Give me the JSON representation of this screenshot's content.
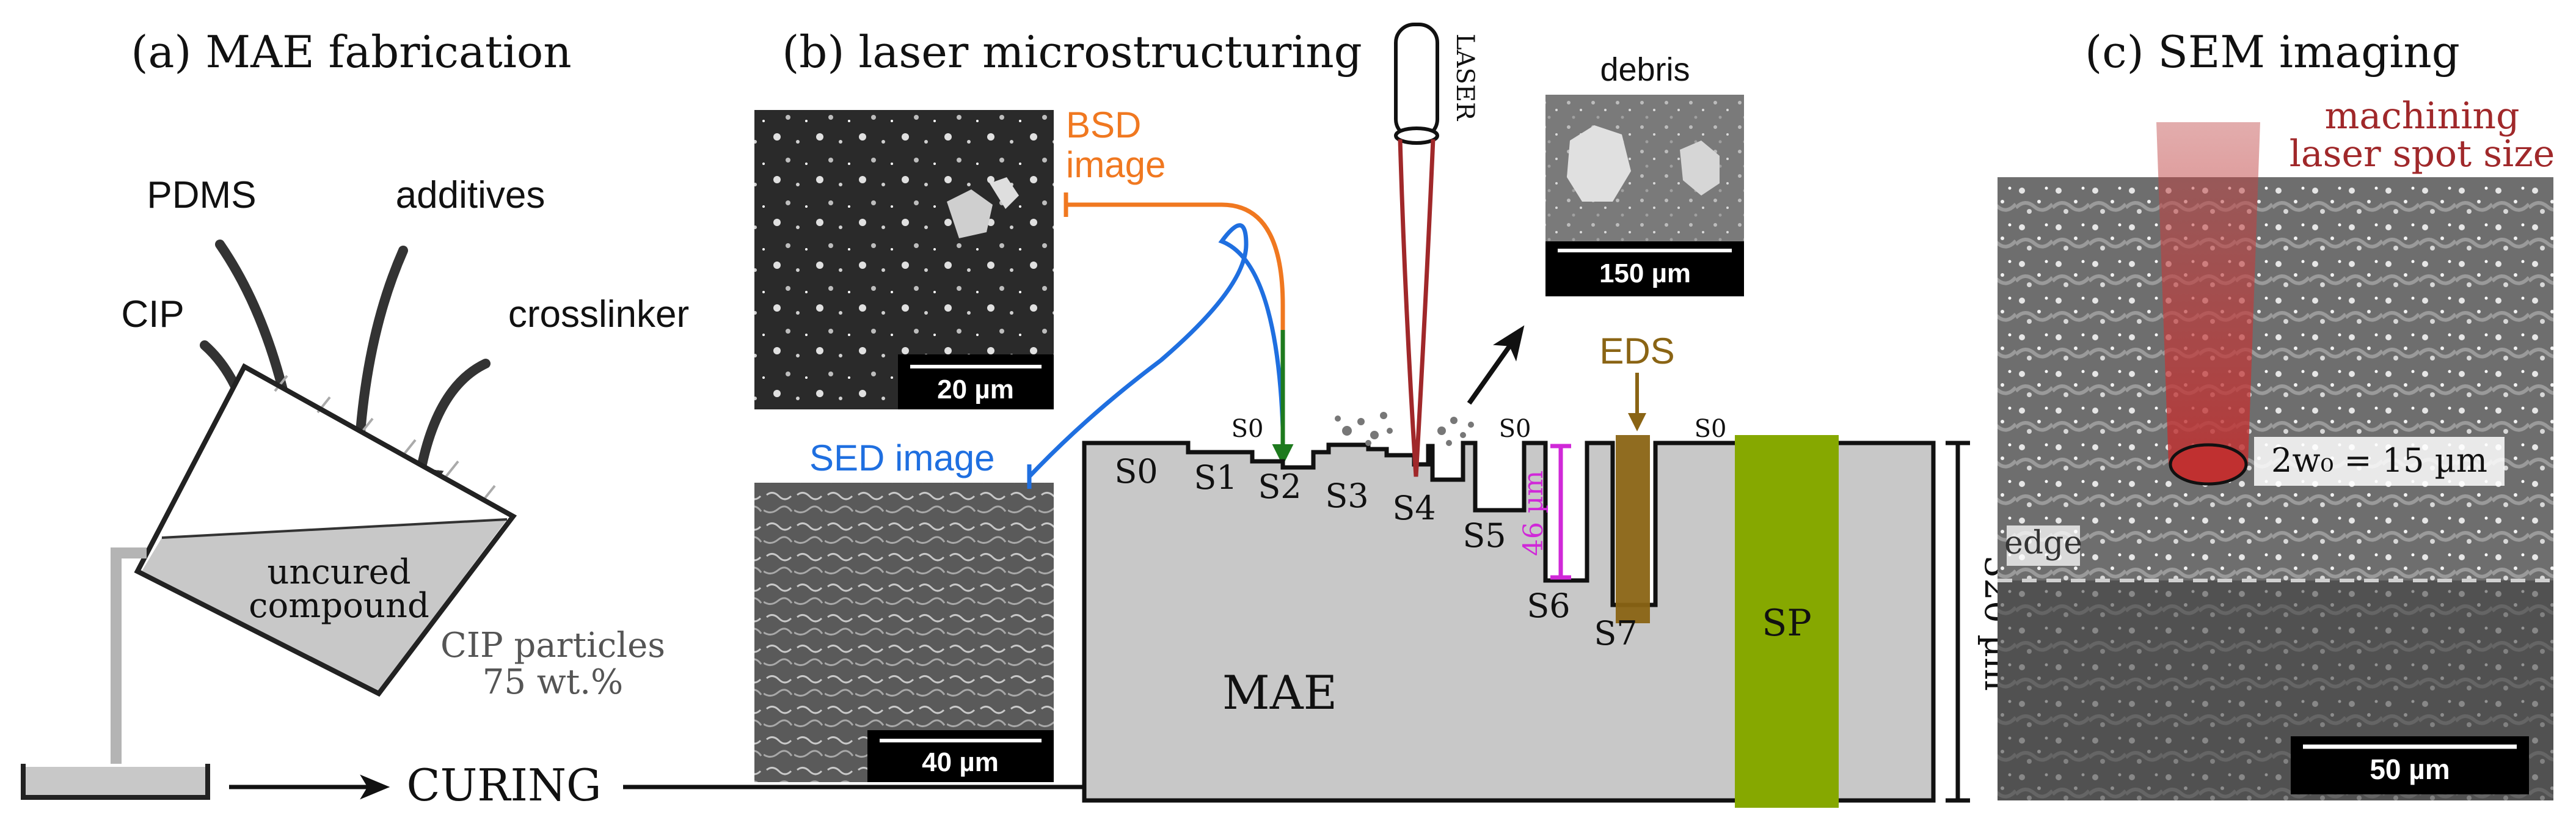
{
  "panels": {
    "a": {
      "title": "(a) MAE fabrication",
      "ingredients": [
        "PDMS",
        "additives",
        "CIP",
        "crosslinker"
      ],
      "beaker_label_line1": "uncured",
      "beaker_label_line2": "compound",
      "particles_line1": "CIP particles",
      "particles_line2": "75 wt.%",
      "process": "CURING"
    },
    "b": {
      "title": "(b) laser microstructuring",
      "bsd_line1": "BSD",
      "bsd_line2": "image",
      "sed_label": "SED image",
      "laser_label": "LASER",
      "debris_label": "debris",
      "eds_label": "EDS",
      "scale_bsd": "20 µm",
      "scale_sed": "40 µm",
      "scale_debris": "150 µm",
      "depth_label": "46 µm",
      "thickness_label": "320 µm",
      "substrate_label": "MAE",
      "sample_prep_label": "SP",
      "surface_labels": [
        "S0",
        "S0",
        "S0",
        "S0",
        "S1",
        "S2",
        "S3",
        "S4",
        "S5",
        "S6",
        "S7"
      ]
    },
    "c": {
      "title": "(c) SEM imaging",
      "spot_line1": "machining",
      "spot_line2": "laser spot size",
      "spot_value": "2w₀ = 15 µm",
      "edge_label": "edge",
      "scale_sem": "50 µm"
    }
  },
  "colors": {
    "bsd": "#f07820",
    "sed": "#1f6fe0",
    "laser": "#a0282a",
    "eds": "#8a6414",
    "sp": "#86a800",
    "depth": "#d028d8",
    "green_arrow": "#1e7a1e",
    "mae_fill": "#c8c8c8"
  }
}
